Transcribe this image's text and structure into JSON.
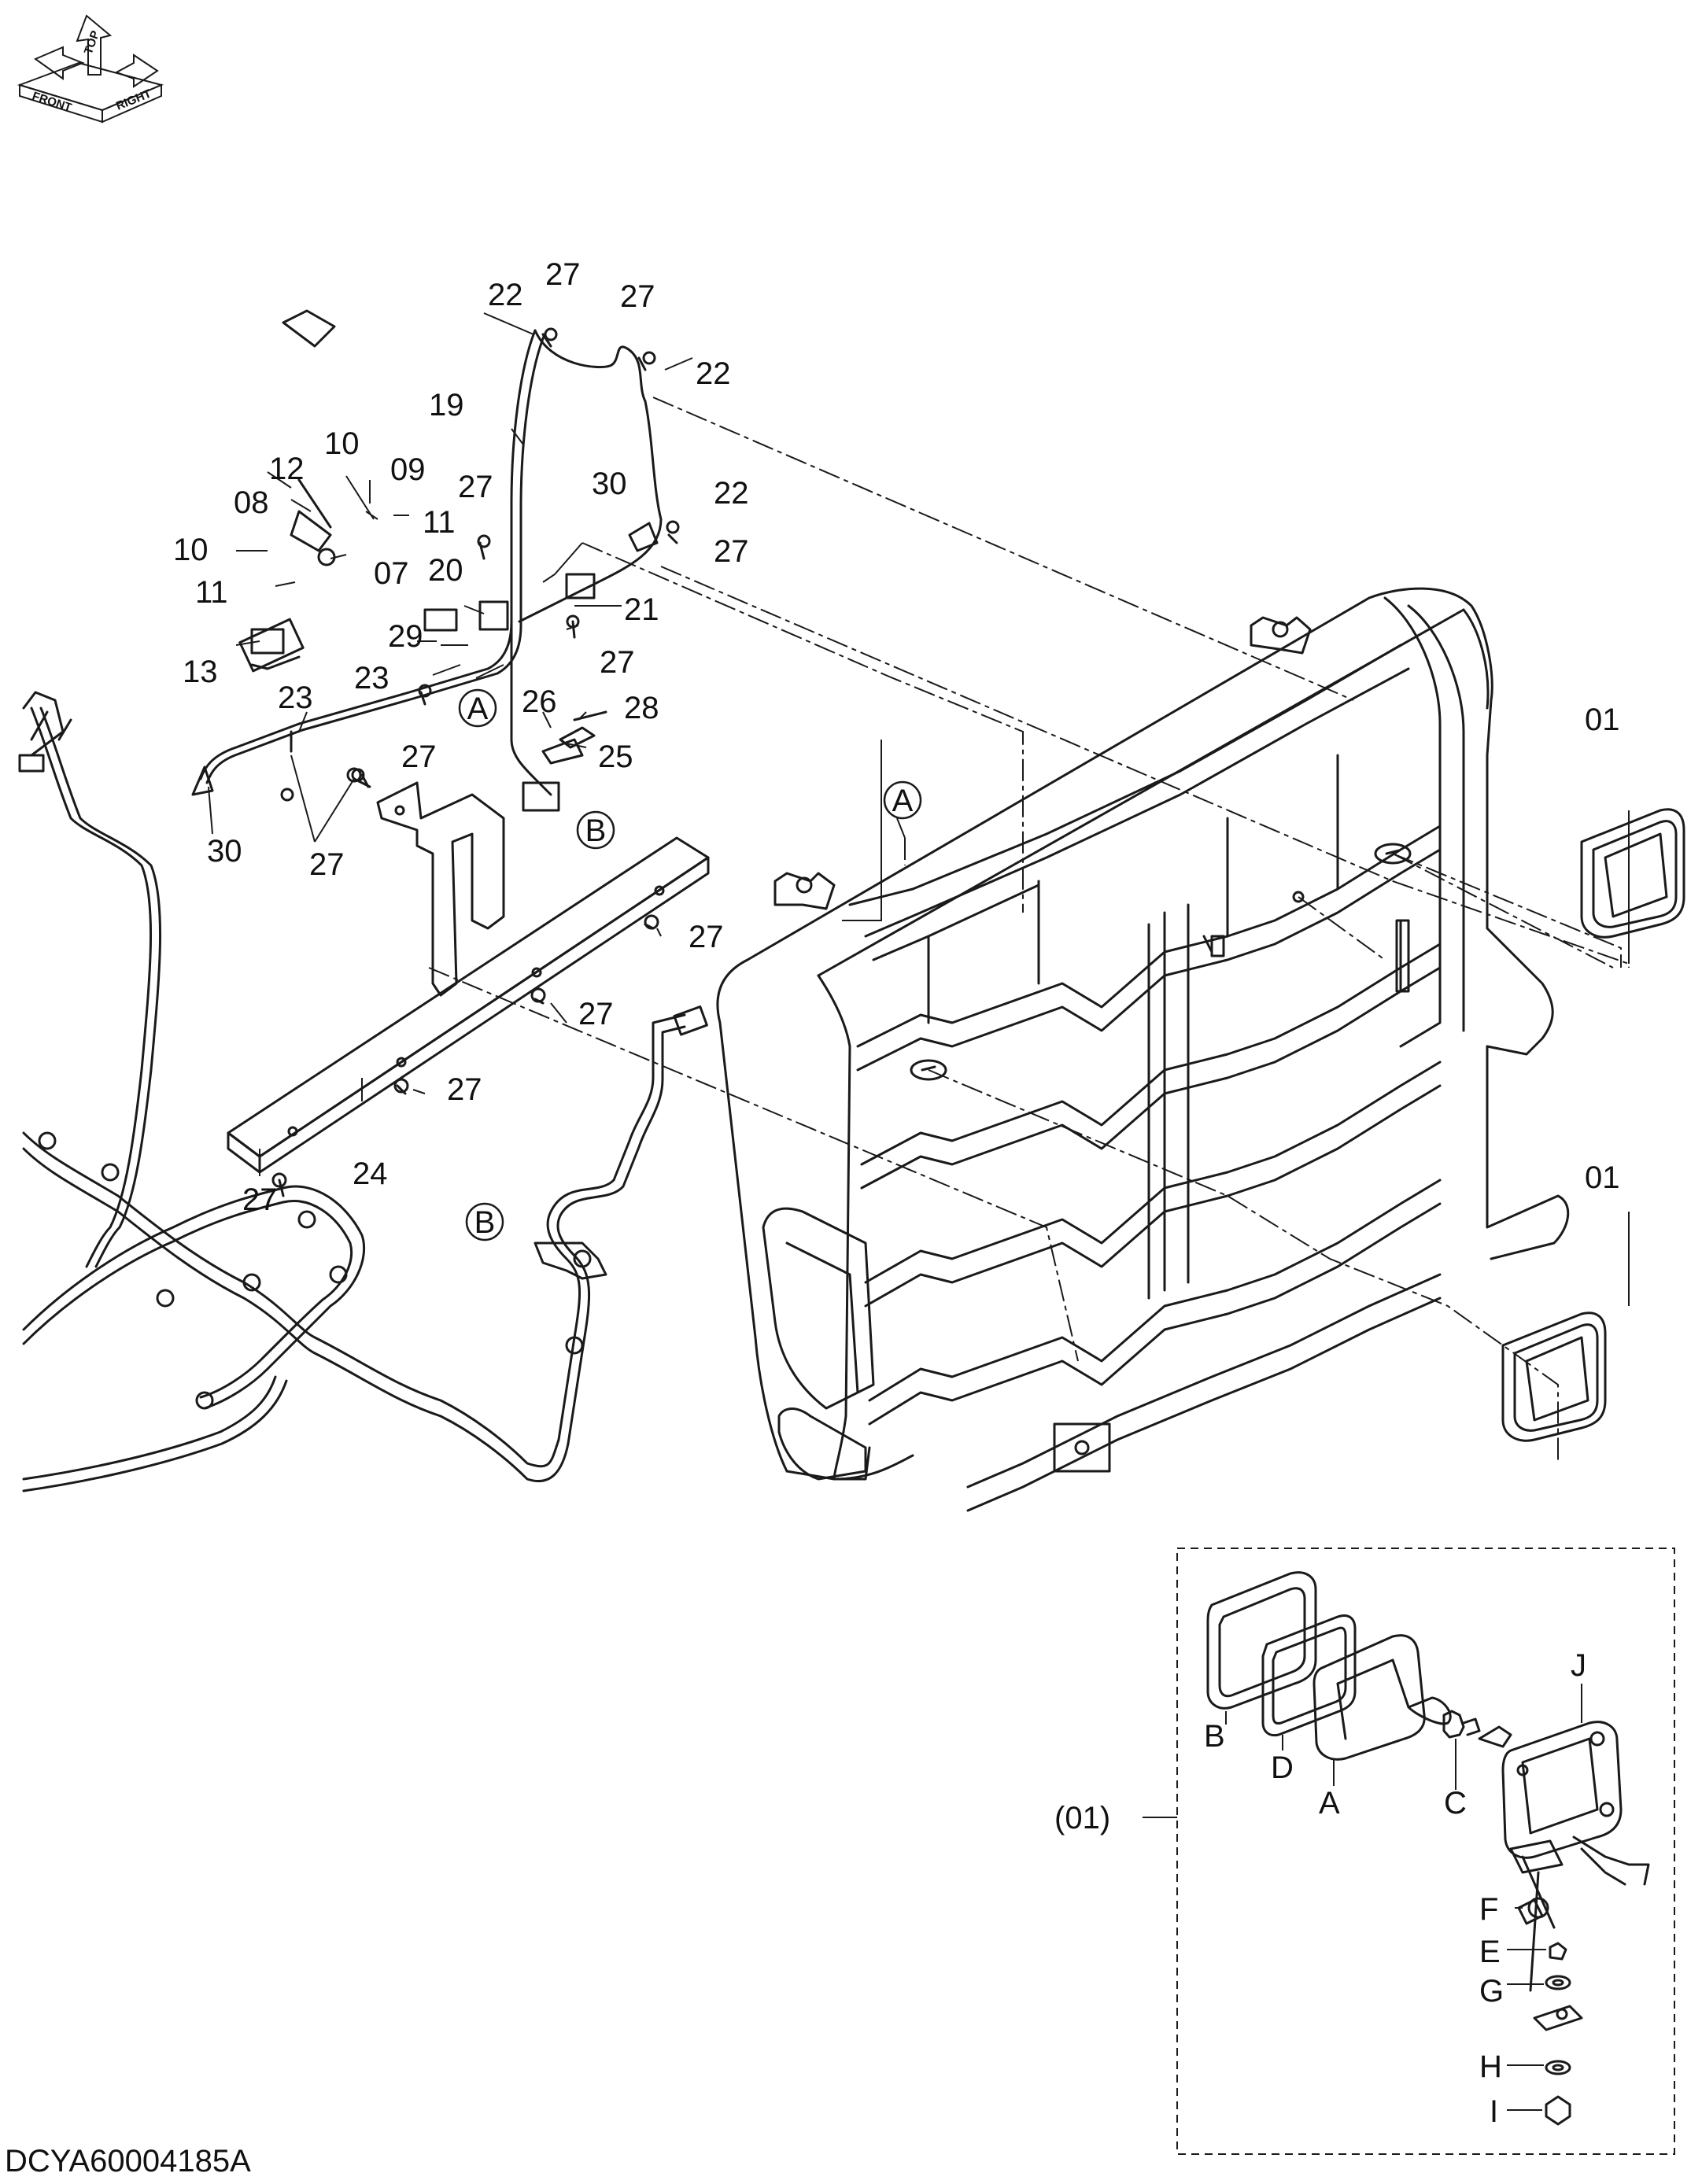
{
  "orientation": {
    "front": "FRONT",
    "top": "TOP",
    "right": "RIGHT",
    "arrow_icon": "orientation-arrows-icon"
  },
  "callouts": {
    "c01a": "01",
    "c01b": "01",
    "c07": "07",
    "c08": "08",
    "c09": "09",
    "c10a": "10",
    "c10b": "10",
    "c11a": "11",
    "c11b": "11",
    "c12": "12",
    "c13": "13",
    "c19": "19",
    "c20": "20",
    "c21": "21",
    "c22a": "22",
    "c22b": "22",
    "c22c": "22",
    "c23a": "23",
    "c23b": "23",
    "c24": "24",
    "c25": "25",
    "c26": "26",
    "c27a": "27",
    "c27b": "27",
    "c27c": "27",
    "c27d": "27",
    "c27e": "27",
    "c27f": "27",
    "c27g": "27",
    "c27h": "27",
    "c27i": "27",
    "c27j": "27",
    "c27k": "27",
    "c28": "28",
    "c29": "29",
    "c30a": "30",
    "c30b": "30"
  },
  "connectors": {
    "a_upper": "A",
    "a_lower": "A",
    "b_upper": "B",
    "b_lower": "B"
  },
  "detail": {
    "assembly_ref": "(01)",
    "parts": {
      "A": "A",
      "B": "B",
      "C": "C",
      "D": "D",
      "E": "E",
      "F": "F",
      "G": "G",
      "H": "H",
      "I": "I",
      "J": "J"
    }
  },
  "drawing_number": "DCYA60004185A"
}
